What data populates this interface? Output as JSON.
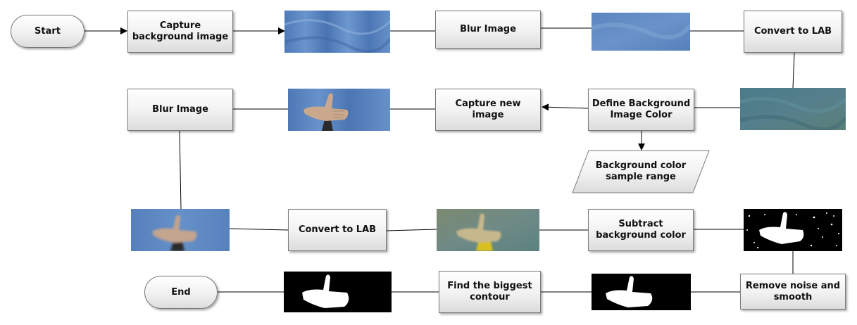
{
  "flowchart": {
    "start": "Start",
    "end": "End",
    "steps": {
      "capture_background": "Capture background image",
      "blur_1": "Blur Image",
      "convert_lab_1": "Convert to LAB",
      "define_bg_color": "Define Background Image Color",
      "bg_sample_range": "Background color sample range",
      "capture_new": "Capture new image",
      "blur_2": "Blur Image",
      "convert_lab_2": "Convert to LAB",
      "subtract_bg": "Subtract background color",
      "remove_noise": "Remove noise and smooth",
      "find_contour": "Find the biggest contour"
    }
  },
  "colors": {
    "curtain_blue": "#5b86c0",
    "lab_teal": "#4a7a86",
    "lab_hand": "#b9b07c",
    "mask_black": "#000000",
    "mask_white": "#ffffff",
    "connector": "#000000"
  },
  "thumbnails": [
    "blue-curtain-photo",
    "blurred-blue-curtain-photo",
    "lab-background-photo",
    "hand-on-curtain-photo",
    "blurred-hand-photo",
    "lab-hand-photo",
    "noisy-hand-mask",
    "smoothed-hand-mask",
    "largest-contour-mask"
  ]
}
